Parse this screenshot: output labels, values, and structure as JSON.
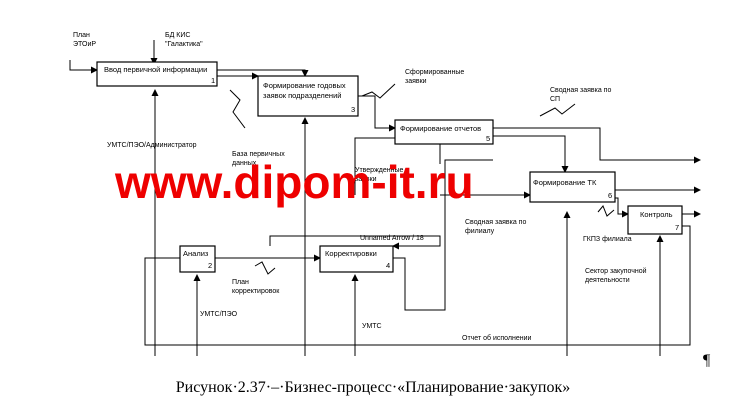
{
  "diagram": {
    "boxes": [
      {
        "id": "b1",
        "label": "Ввод первичной информации",
        "num": "1"
      },
      {
        "id": "b3",
        "label_line1": "Формирование годовых",
        "label_line2": "заявок подразделений",
        "num": "3"
      },
      {
        "id": "b5",
        "label": "Формирование отчетов",
        "num": "5"
      },
      {
        "id": "b6",
        "label": "Формирование ТК",
        "num": "6"
      },
      {
        "id": "b7",
        "label": "Контроль",
        "num": "7"
      },
      {
        "id": "b2",
        "label": "Анализ",
        "num": "2"
      },
      {
        "id": "b4",
        "label": "Корректировки",
        "num": "4"
      }
    ],
    "labels": {
      "plan_line1": "План",
      "plan_line2": "ЭТОиР",
      "bd_line1": "БД КИС",
      "bd_line2": "\"Галактика\"",
      "formed_line1": "Сформированные",
      "formed_line2": "заявки",
      "summary_sp_line1": "Сводная заявка по",
      "summary_sp_line2": "СП",
      "umts_admin": "УМТС/ПЭО/Администратор",
      "base_line1": "База первичных",
      "base_line2": "данных",
      "approved_line1": "Утвержденные",
      "approved_line2": "заявки",
      "summary_branch_line1": "Сводная заявка по",
      "summary_branch_line2": "филиалу",
      "unnamed": "Unnamed Arrow / 18",
      "gkpz": "ГКПЗ филиала",
      "plan_corr_line1": "План",
      "plan_corr_line2": "корректировок",
      "sector_line1": "Сектор закупочной",
      "sector_line2": "деятельности",
      "umts_peo": "УМТС/ПЭО",
      "umts": "УМТС",
      "report": "Отчет об исполнении"
    },
    "watermark": "www.dipom-it.ru",
    "colors": {
      "watermark": "#ee0000",
      "line": "#000000"
    }
  },
  "caption": "Рисунок·2.37·–·Бизнес-процесс·«Планирование·закупок»",
  "pilcrow": "¶"
}
